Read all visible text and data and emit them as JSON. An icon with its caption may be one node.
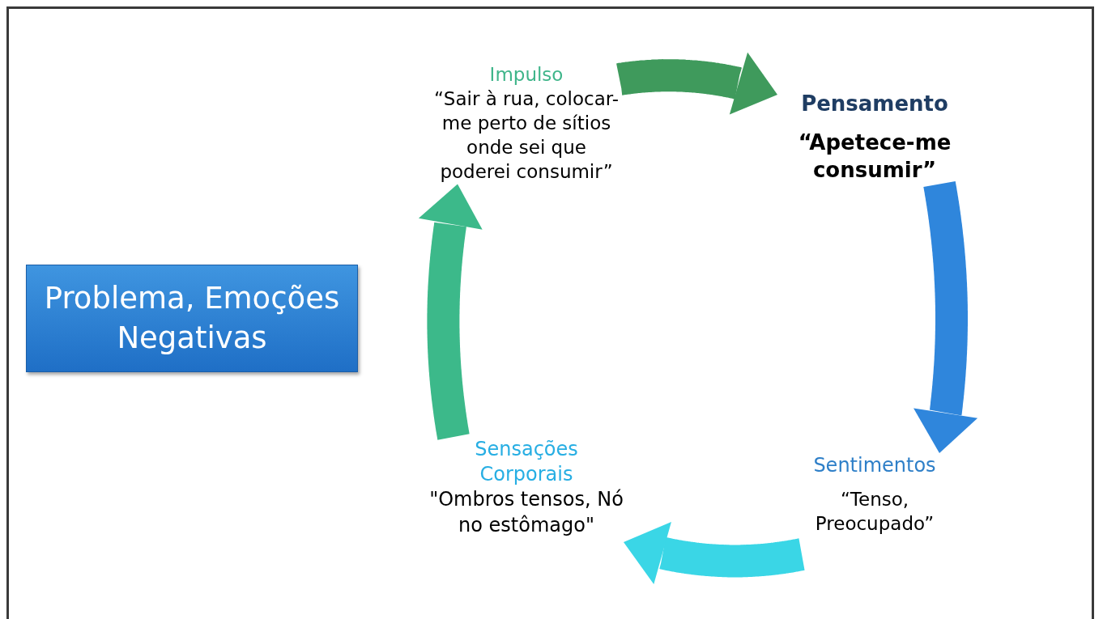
{
  "diagram": {
    "nodes": [
      {
        "text": [
          "Problema, Emoções Negativas"
        ]
      },
      {
        "text": [
          "Impulso",
          "“Sair à rua, colocar-me perto de sítios onde sei que poderei consumir”"
        ]
      },
      {
        "text": [
          "Pensamento",
          "“Apetece-me consumir”"
        ]
      },
      {
        "text": [
          "Sentimentos",
          "“Tenso, Preocupado”"
        ]
      },
      {
        "text": [
          "Sensações Corporais",
          "\"Ombros tensos, Nó no estômago\""
        ]
      }
    ],
    "edges": [
      {
        "from": 1,
        "to": 2,
        "arrow": "to",
        "color": "#3f9a5c"
      },
      {
        "from": 2,
        "to": 3,
        "arrow": "to",
        "color": "#2f86dc"
      },
      {
        "from": 3,
        "to": 4,
        "arrow": "to",
        "color": "#3ad6e6"
      },
      {
        "from": 4,
        "to": 1,
        "arrow": "to",
        "color": "#3cb98a"
      }
    ]
  }
}
